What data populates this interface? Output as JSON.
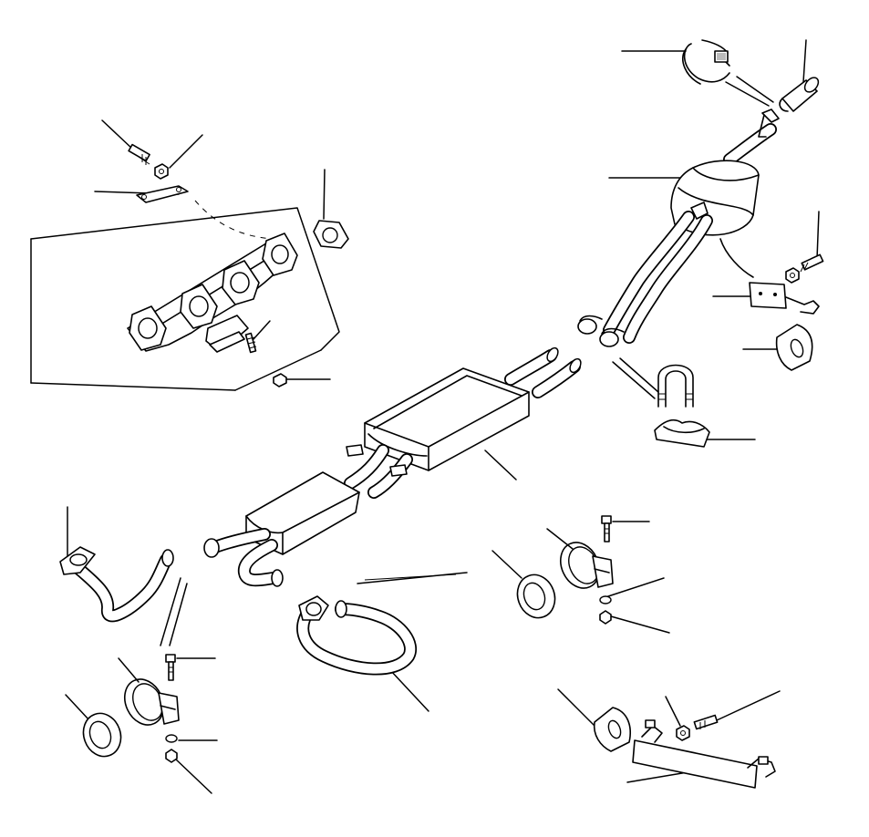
{
  "figure": {
    "background": "#ffffff",
    "line_color": "#000000",
    "parts": [
      "exhaust-manifold",
      "manifold-gasket",
      "manifold-stud",
      "manifold-nut",
      "heat-shield-strap",
      "front-downpipe",
      "front-y-pipe",
      "intermediate-silencer-assembly",
      "rear-silencer",
      "tail-pipe-trim",
      "band-clamp",
      "sealing-ring",
      "bolt",
      "washer",
      "nut",
      "u-bolt",
      "saddle-clamp",
      "rubber-mounting",
      "mounting-bracket",
      "hanger-bracket"
    ]
  }
}
